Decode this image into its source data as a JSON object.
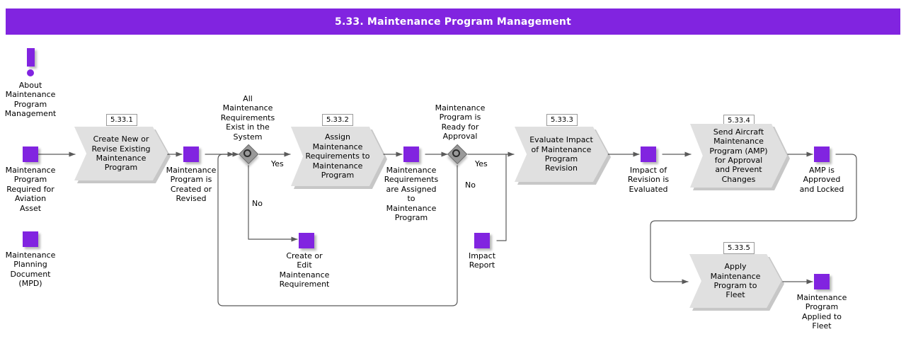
{
  "header": {
    "title": "5.33. Maintenance Program Management",
    "bar_color": "#8124e0",
    "text_color": "#ffffff"
  },
  "colors": {
    "accent_purple": "#8124e0",
    "activity_fill": "#e0e0e0",
    "gateway_fill": "#999999",
    "connector": "#5a5a5a"
  },
  "annotations": [
    {
      "name": "about-annotation",
      "icon": "exclamation-icon",
      "label": "About\nMaintenance\nProgram\nManagement"
    }
  ],
  "data_objects": [
    {
      "id": "mp-required",
      "label": "Maintenance\nProgram\nRequired for\nAviation\nAsset"
    },
    {
      "id": "mpd",
      "label": "Maintenance\nPlanning\nDocument\n(MPD)"
    },
    {
      "id": "mp-created",
      "label": "Maintenance\nProgram is\nCreated or\nRevised"
    },
    {
      "id": "create-edit-mr",
      "label": "Create or\nEdit\nMaintenance\nRequirement"
    },
    {
      "id": "mr-assigned",
      "label": "Maintenance\nRequirements\nare Assigned\nto\nMaintenance\nProgram"
    },
    {
      "id": "impact-report",
      "label": "Impact\nReport"
    },
    {
      "id": "impact-evaluated",
      "label": "Impact of\nRevision is\nEvaluated"
    },
    {
      "id": "amp-approved",
      "label": "AMP is\nApproved\nand Locked"
    },
    {
      "id": "mp-applied",
      "label": "Maintenance\nProgram\nApplied to\nFleet"
    }
  ],
  "activities": [
    {
      "id": "5.33.1",
      "badge": "5.33.1",
      "label": "Create New or\nRevise Existing\nMaintenance\nProgram"
    },
    {
      "id": "5.33.2",
      "badge": "5.33.2",
      "label": "Assign\nMaintenance\nRequirements to\nMaintenance\nProgram"
    },
    {
      "id": "5.33.3",
      "badge": "5.33.3",
      "label": "Evaluate Impact\nof Maintenance\nProgram\nRevision"
    },
    {
      "id": "5.33.4",
      "badge": "5.33.4",
      "label": "Send Aircraft\nMaintenance\nProgram (AMP)\nfor Approval\nand Prevent\nChanges"
    },
    {
      "id": "5.33.5",
      "badge": "5.33.5",
      "label": "Apply\nMaintenance\nProgram to\nFleet"
    }
  ],
  "gateways": [
    {
      "id": "gw-requirements-exist",
      "caption": "All\nMaintenance\nRequirements\nExist in the\nSystem",
      "yes": "Yes",
      "no": "No"
    },
    {
      "id": "gw-ready-approval",
      "caption": "Maintenance\nProgram is\nReady for\nApproval",
      "yes": "Yes",
      "no": "No"
    }
  ]
}
